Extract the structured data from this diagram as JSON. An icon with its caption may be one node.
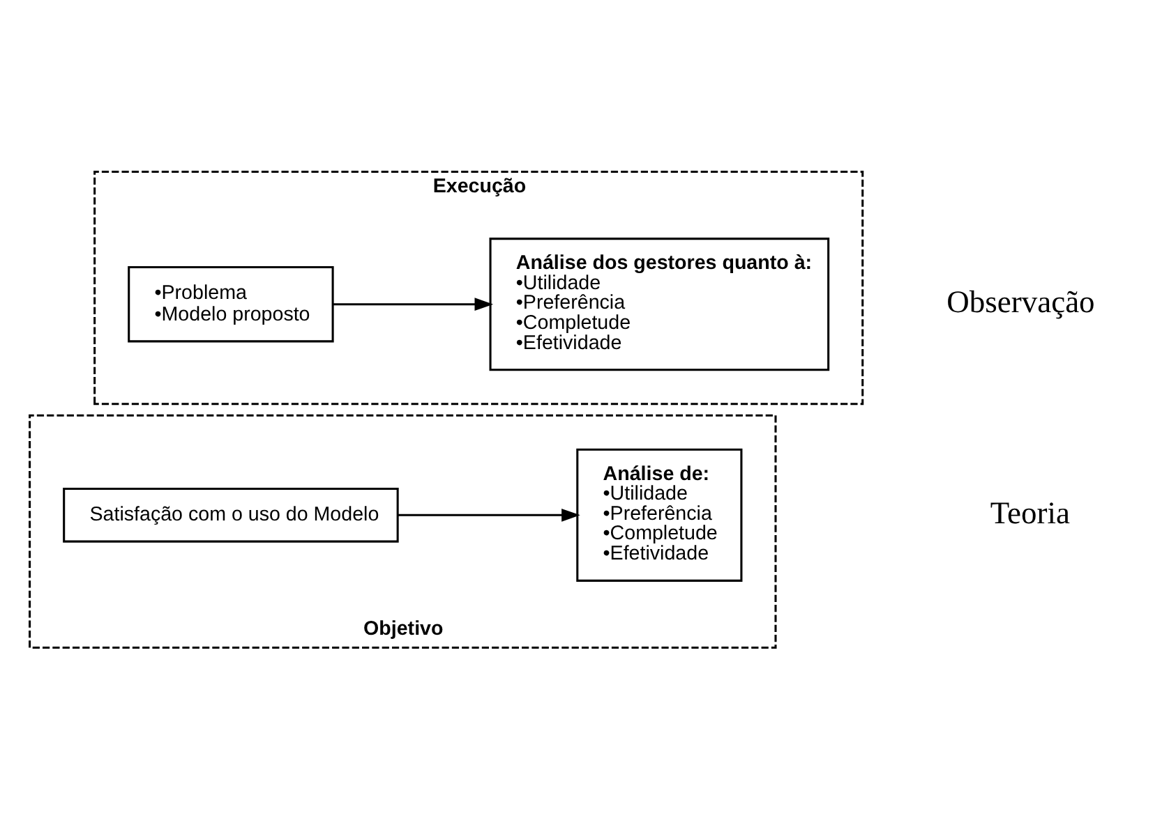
{
  "diagram": {
    "nodes": [
      {
        "text": [
          "Objetivo"
        ]
      },
      {
        "text": [
          "Satisfação com o uso do Modelo"
        ],
        "in": 0
      },
      {
        "text": [
          "Análise de:",
          "•Utilidade",
          "•Preferência",
          "•Completude",
          "•Efetividade"
        ],
        "in": 0
      },
      {
        "text": [
          "Execução"
        ]
      },
      {
        "text": [
          "•Problema",
          "•Modelo proposto"
        ],
        "in": 3
      },
      {
        "text": [
          "Análise dos gestores quanto à:",
          "•Utilidade",
          "•Preferência",
          "•Completude",
          "•Efetividade"
        ],
        "in": 3
      }
    ],
    "edges": [
      {
        "from": 1,
        "to": 2,
        "arrow": "to"
      },
      {
        "from": 4,
        "to": 5,
        "arrow": "to"
      }
    ],
    "labels": [
      "Teoria",
      "Observação"
    ]
  }
}
